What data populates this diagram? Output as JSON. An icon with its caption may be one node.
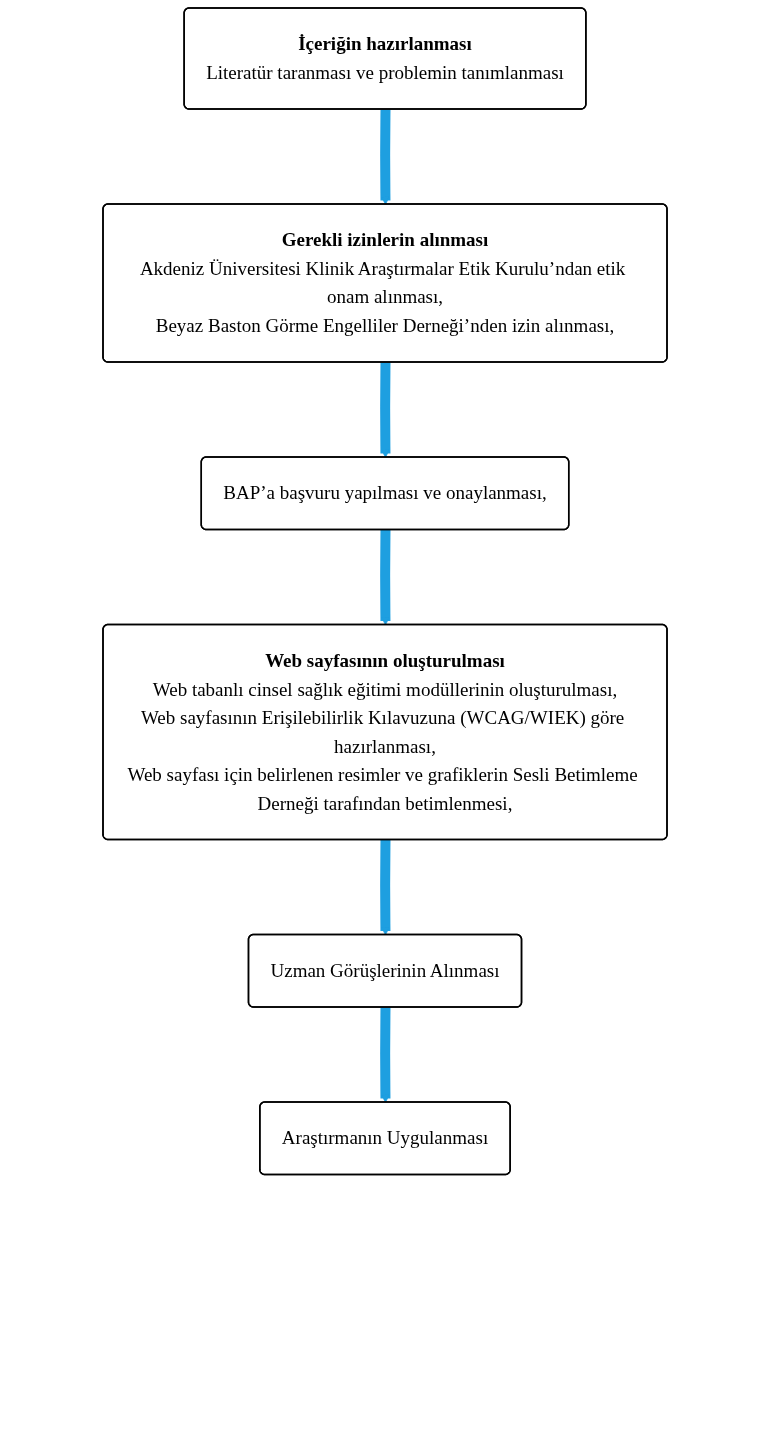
{
  "diagram": {
    "nodes": [
      {
        "text": [
          "İçeriğin hazırlanması",
          "Literatür taranması ve problemin tanımlanması"
        ]
      },
      {
        "text": [
          "Gerekli izinlerin alınması",
          "Akdeniz Üniversitesi Klinik Araştırmalar Etik Kurulu’ndan etik onam alınması,",
          "Beyaz Baston Görme Engelliler Derneği’nden izin alınması,"
        ]
      },
      {
        "text": [
          "BAP’a başvuru yapılması ve onaylanması,"
        ]
      },
      {
        "text": [
          "Web sayfasının oluşturulması",
          "Web tabanlı cinsel sağlık eğitimi modüllerinin oluşturulması,",
          "Web sayfasının Erişilebilirlik Kılavuzuna (WCAG/WIEK) göre hazırlanması,",
          "Web sayfası için belirlenen resimler ve grafiklerin Sesli Betimleme Derneği tarafından betimlenmesi,"
        ]
      },
      {
        "text": [
          "Uzman Görüşlerinin Alınması"
        ]
      },
      {
        "text": [
          "Araştırmanın Uygulanması"
        ]
      }
    ],
    "edges": [
      {
        "from": 0,
        "to": 1,
        "arrow": "to"
      },
      {
        "from": 1,
        "to": 2,
        "arrow": "to"
      },
      {
        "from": 2,
        "to": 3,
        "arrow": "to"
      },
      {
        "from": 3,
        "to": 4,
        "arrow": "to"
      },
      {
        "from": 4,
        "to": 5,
        "arrow": "to"
      }
    ]
  }
}
